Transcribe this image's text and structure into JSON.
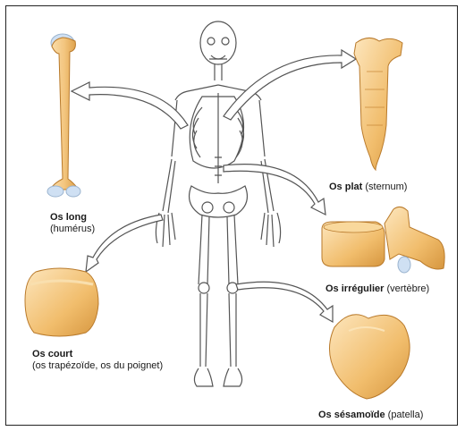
{
  "labels": {
    "long": {
      "name": "Os long",
      "detail": "(humérus)"
    },
    "plat": {
      "name": "Os plat",
      "detail": "(sternum)"
    },
    "irregulier": {
      "name": "Os irrégulier",
      "detail": "(vertèbre)"
    },
    "court": {
      "name": "Os court",
      "detail": "(os trapézoïde, os du poignet)"
    },
    "sesamoide": {
      "name": "Os sésamoïde",
      "detail": "(patella)"
    }
  },
  "colors": {
    "bone_fill": "#f3c57e",
    "bone_light": "#fbe3b6",
    "bone_edge": "#b97a2b",
    "cartilage": "#cfe0f3",
    "arrow_fill": "#ffffff",
    "arrow_stroke": "#555555",
    "skeleton_stroke": "#555555"
  }
}
